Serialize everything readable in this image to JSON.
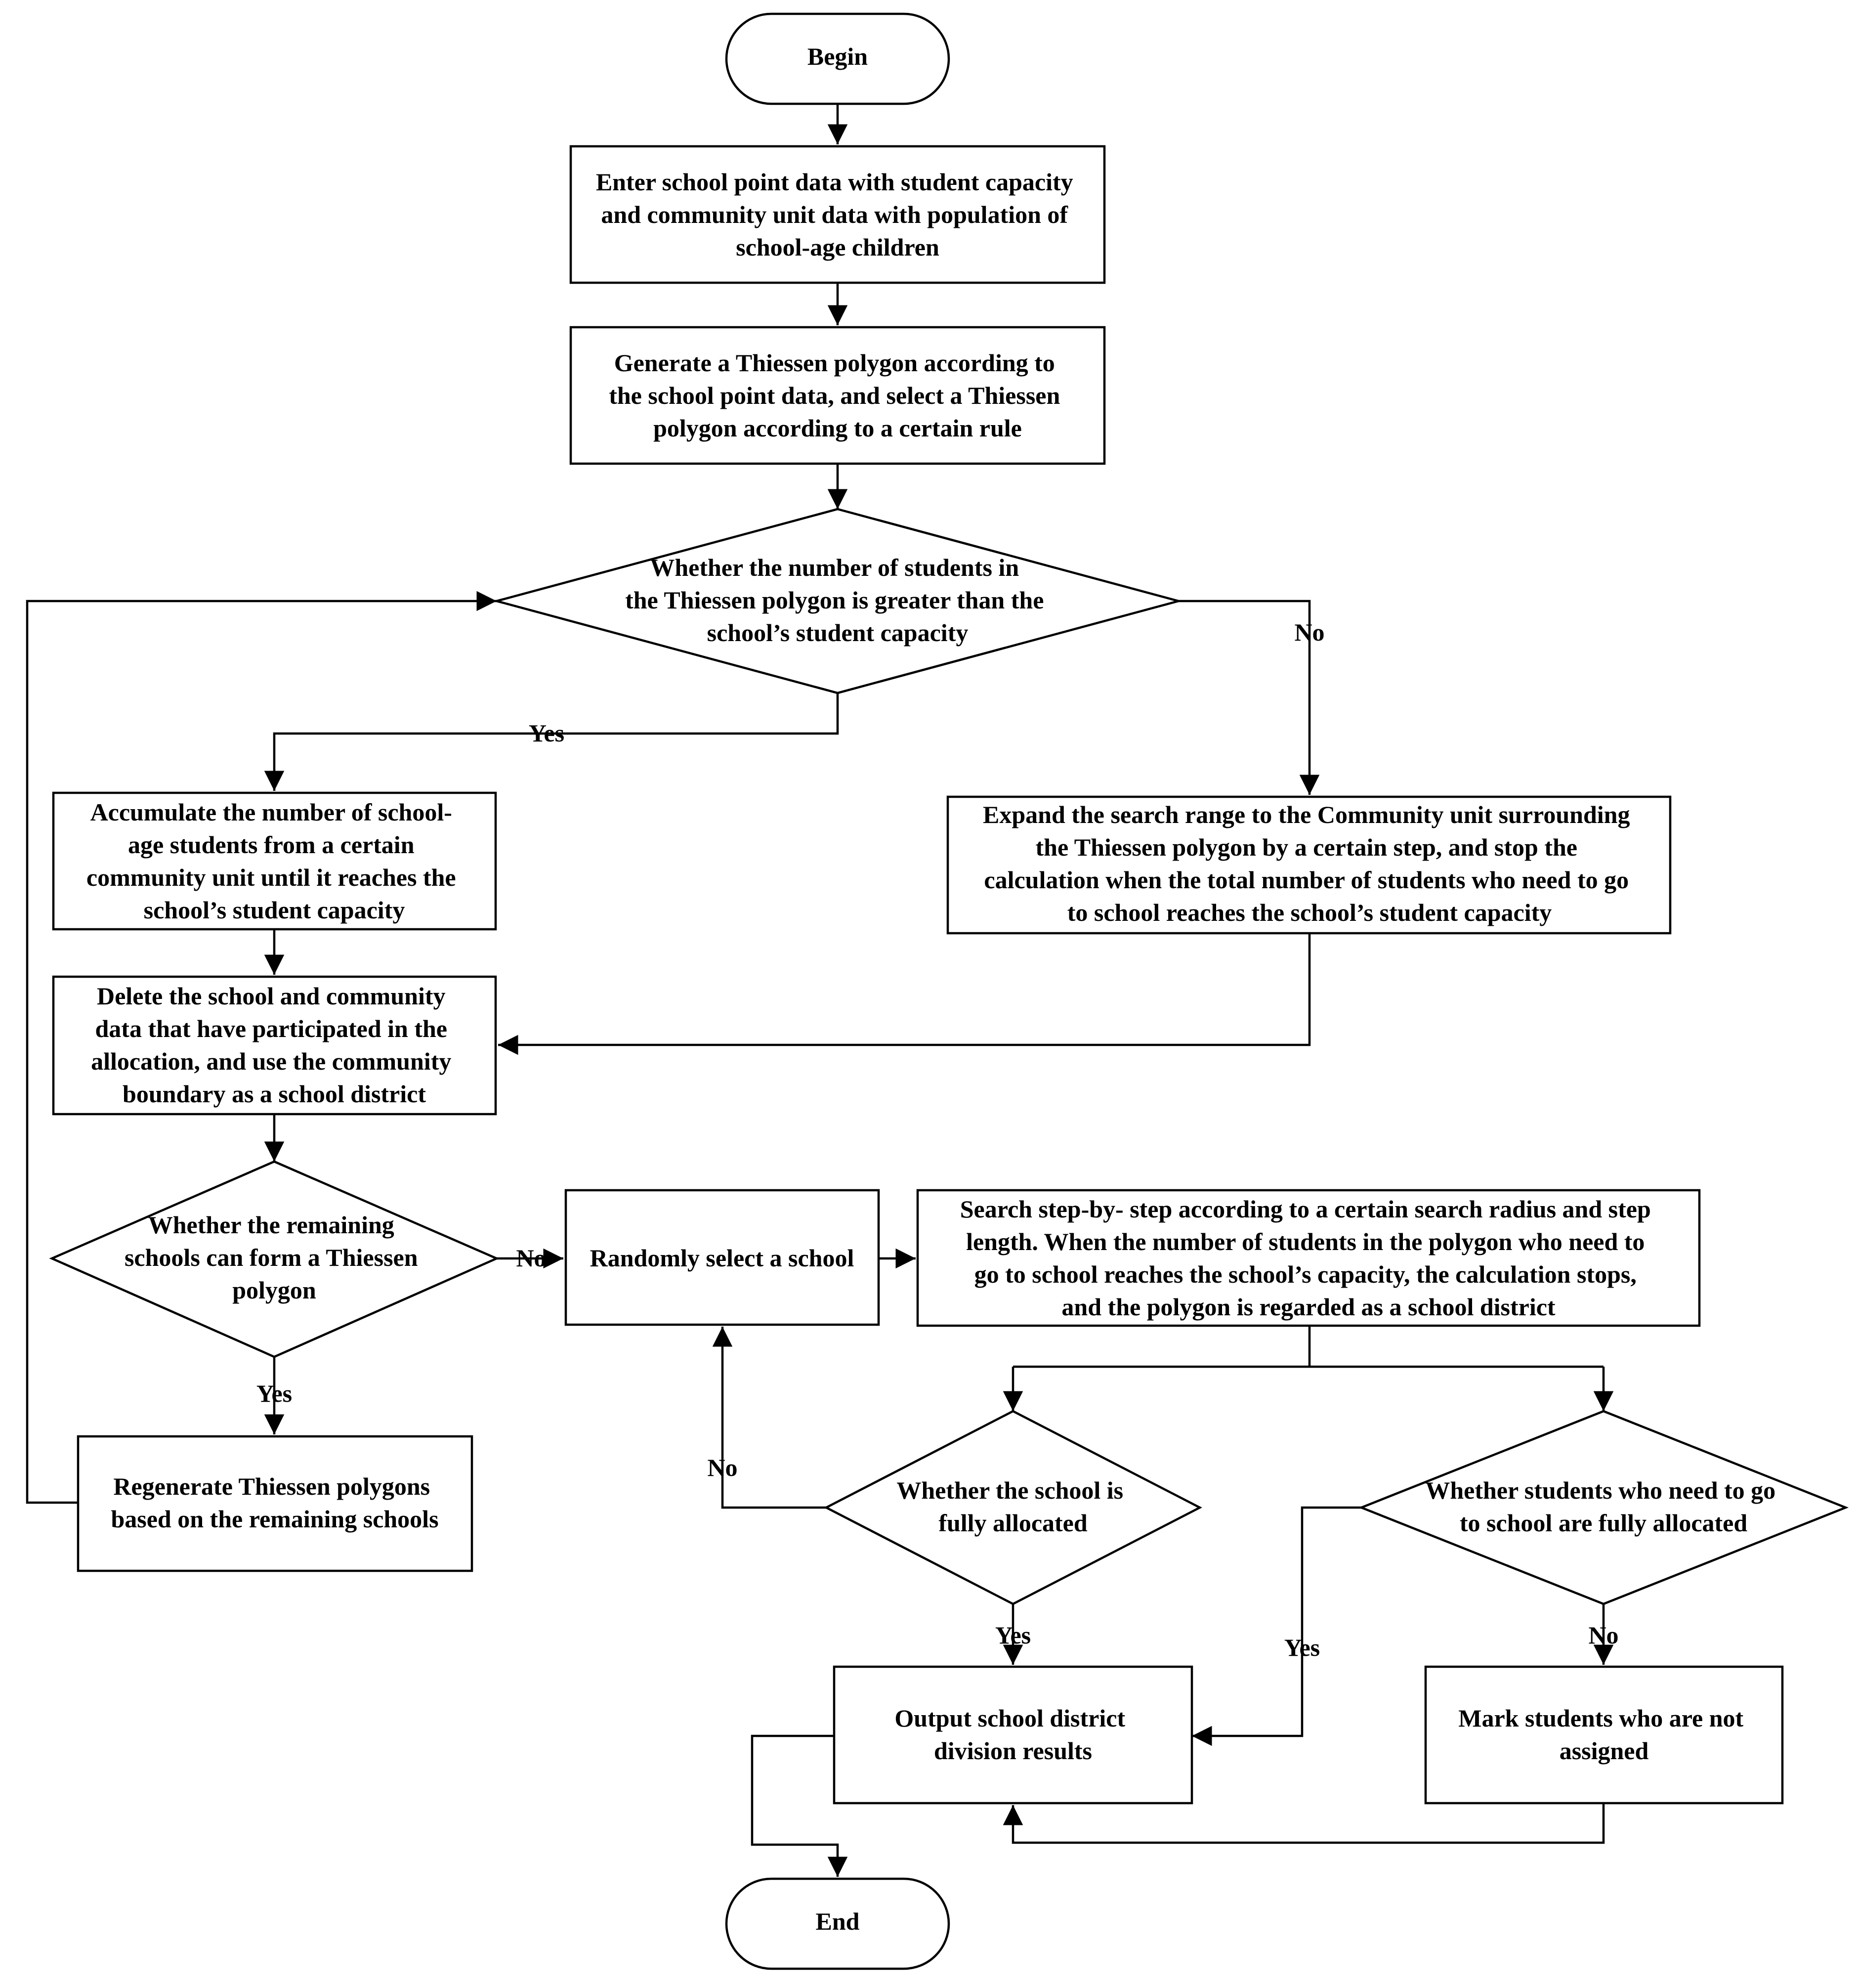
{
  "nodes": {
    "begin": {
      "lines": [
        "Begin"
      ]
    },
    "enter_data": {
      "lines": [
        "Enter school point data with student capacity",
        "and community unit data with population of",
        "school-age children"
      ]
    },
    "generate_polygon": {
      "lines": [
        "Generate a Thiessen polygon according to",
        "the school point data, and select a Thiessen",
        "polygon according to a certain rule"
      ]
    },
    "decision_students_gt_capacity": {
      "lines": [
        "Whether the number of students in",
        "the Thiessen polygon is greater than the",
        "school’s student capacity"
      ]
    },
    "accumulate": {
      "lines": [
        "Accumulate the number of school-",
        "age students from a certain",
        "community unit until it reaches the",
        "school’s student capacity"
      ]
    },
    "expand_search": {
      "lines": [
        "Expand the search range to the Community unit surrounding",
        "the Thiessen polygon by a certain step, and stop the",
        "calculation when the total number of students who need to go",
        "to school reaches the school’s student capacity"
      ]
    },
    "delete_data": {
      "lines": [
        "Delete the school and community",
        "data that have participated in the",
        "allocation, and use the community",
        "boundary as a school district"
      ]
    },
    "decision_remaining": {
      "lines": [
        "Whether the remaining",
        "schools can form a Thiessen",
        "polygon"
      ]
    },
    "random_select": {
      "lines": [
        "Randomly select a school"
      ]
    },
    "search_step": {
      "lines": [
        "Search step-by- step according to a certain search radius and step",
        "length. When the number of students in the polygon who need to",
        "go to school reaches the school’s capacity, the calculation stops,",
        "and the polygon is regarded as a school district"
      ]
    },
    "regenerate": {
      "lines": [
        "Regenerate Thiessen polygons",
        "based on the remaining schools"
      ]
    },
    "decision_school_allocated": {
      "lines": [
        "Whether the school is",
        "fully allocated"
      ]
    },
    "decision_students_allocated": {
      "lines": [
        "Whether students who need to go",
        "to school are fully allocated"
      ]
    },
    "output": {
      "lines": [
        "Output school district",
        "division results"
      ]
    },
    "mark": {
      "lines": [
        "Mark students who are not",
        "assigned"
      ]
    },
    "end": {
      "lines": [
        "End"
      ]
    }
  },
  "edge_labels": {
    "d1_no": "No",
    "d1_yes": "Yes",
    "d2_no": "No",
    "d2_yes": "Yes",
    "d3_no": "No",
    "d3_yes": "Yes",
    "d4_yes": "Yes",
    "d4_no": "No"
  }
}
